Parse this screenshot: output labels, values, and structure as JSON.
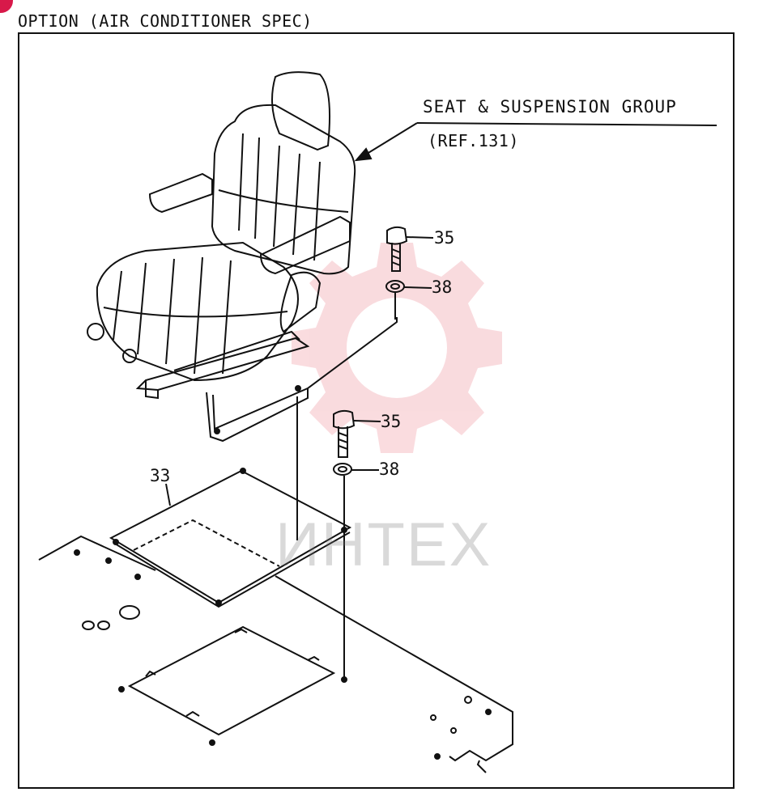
{
  "header": {
    "title": "OPTION (AIR CONDITIONER SPEC)"
  },
  "callout": {
    "title": "SEAT & SUSPENSION GROUP",
    "reference": "(REF.131)"
  },
  "parts": {
    "p35_upper": "35",
    "p38_upper": "38",
    "p35_lower": "35",
    "p38_lower": "38",
    "p33": "33"
  },
  "watermark": {
    "text": "ИНТЕХ",
    "color": "#e8606f"
  },
  "colors": {
    "line": "#111111",
    "badge": "#d8194a"
  }
}
